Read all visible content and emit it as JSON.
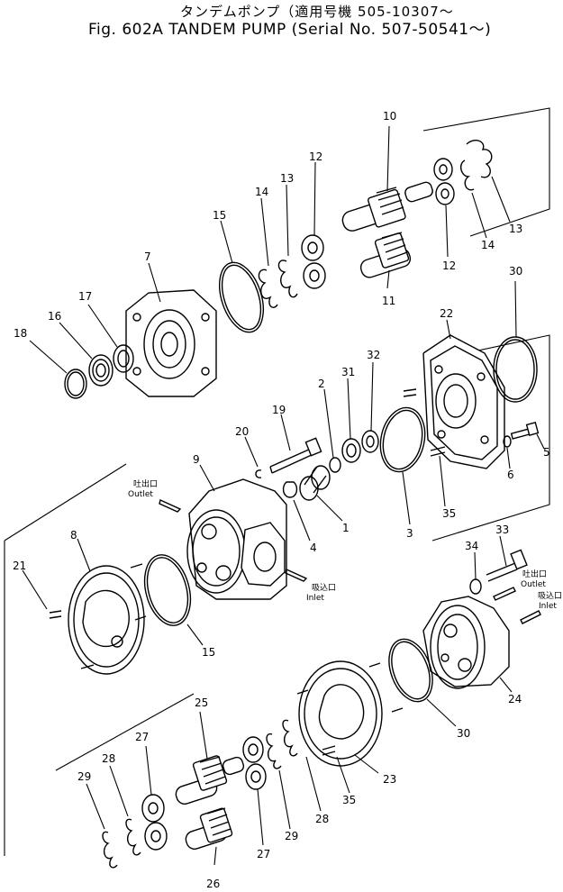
{
  "title": {
    "jp": "タンデムポンプ（適用号機 505-10307～",
    "en": "Fig. 602A TANDEM PUMP (Serial No. 507-50541～)"
  },
  "labels": {
    "outlet_jp": "吐出口",
    "outlet_en": "Outlet",
    "inlet_jp": "吸込口",
    "inlet_en": "Inlet"
  },
  "parts": [
    "1",
    "2",
    "3",
    "4",
    "5",
    "6",
    "7",
    "8",
    "9",
    "10",
    "11",
    "12",
    "13",
    "14",
    "15",
    "16",
    "17",
    "18",
    "19",
    "20",
    "21",
    "22",
    "23",
    "24",
    "25",
    "26",
    "27",
    "28",
    "29",
    "30",
    "31",
    "32",
    "33",
    "34",
    "35"
  ],
  "part_labels": {
    "p10": "10",
    "p12a": "12",
    "p13a": "13",
    "p14a": "14",
    "p15a": "15",
    "p7": "7",
    "p17": "17",
    "p16": "16",
    "p18": "18",
    "p13b": "13",
    "p14b": "14",
    "p12b": "12",
    "p11": "11",
    "p30a": "30",
    "p22": "22",
    "p32": "32",
    "p31": "31",
    "p2": "2",
    "p19": "19",
    "p20": "20",
    "p9": "9",
    "p5": "5",
    "p6": "6",
    "p1": "1",
    "p4": "4",
    "p3": "3",
    "p35a": "35",
    "p8": "8",
    "p21": "21",
    "p15b": "15",
    "p33": "33",
    "p34": "34",
    "p24": "24",
    "p30b": "30",
    "p23": "23",
    "p35b": "35",
    "p25": "25",
    "p27a": "27",
    "p28a": "28",
    "p29a": "29",
    "p26": "26",
    "p27b": "27",
    "p28b": "28",
    "p29b": "29"
  }
}
